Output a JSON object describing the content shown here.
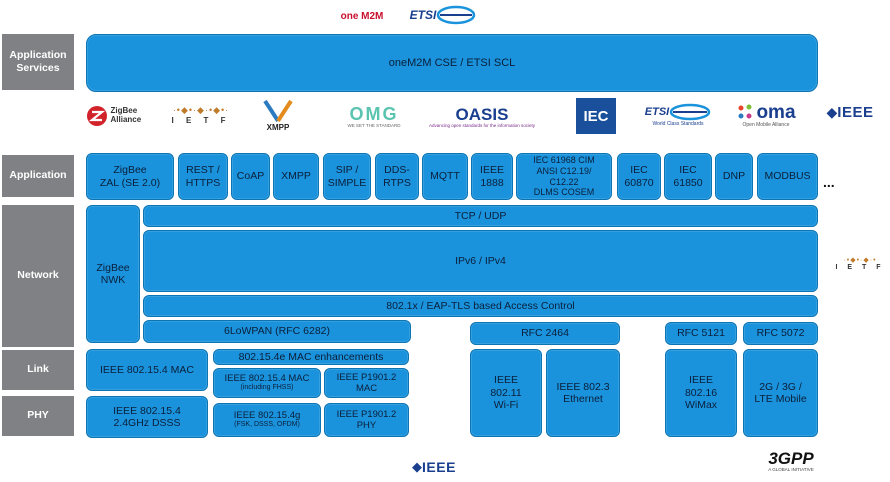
{
  "logos": {
    "onem2m_top": "one M2M",
    "etsi_top": "ETSI",
    "zigbee": "ZigBee Alliance",
    "ietf": "I E T F",
    "xmpp": "XMPP",
    "omg": "OMG",
    "omg_tagline": "WE SET THE STANDARD",
    "oasis": "OASIS",
    "oasis_tagline": "Advancing open standards for the information society",
    "iec": "IEC",
    "etsi_row": "ETSI",
    "etsi_tagline": "World Class Standards",
    "oma": "oma",
    "oma_tagline": "Open Mobile Alliance",
    "ieee_row": "IEEE",
    "ietf_right": "I E T F",
    "ieee_bottom": "IEEE",
    "threegpp": "3GPP",
    "threegpp_tagline": "A GLOBAL INITIATIVE"
  },
  "layers": {
    "app_services": "Application\nServices",
    "application": "Application",
    "network": "Network",
    "link": "Link",
    "phy": "PHY"
  },
  "blocks": {
    "onem2m": "oneM2M CSE / ETSI SCL",
    "zigbee_zal": "ZigBee\nZAL (SE 2.0)",
    "rest": "REST /\nHTTPS",
    "coap": "CoAP",
    "xmpp": "XMPP",
    "sip": "SIP /\nSIMPLE",
    "dds": "DDS-\nRTPS",
    "mqtt": "MQTT",
    "ieee1888": "IEEE\n1888",
    "iec61968": "IEC 61968 CIM\nANSI C12.19/\nC12.22\nDLMS COSEM",
    "iec60870": "IEC\n60870",
    "iec61850": "IEC\n61850",
    "dnp": "DNP",
    "modbus": "MODBUS",
    "ellipsis": "...",
    "zigbee_nwk": "ZigBee\nNWK",
    "tcp_udp": "TCP / UDP",
    "ipv6": "IPv6 / IPv4",
    "access_control": "802.1x / EAP-TLS based Access Control",
    "sixlowpan": "6LoWPAN (RFC 6282)",
    "rfc2464": "RFC 2464",
    "rfc5121": "RFC 5121",
    "rfc5072": "RFC 5072",
    "mac154": "IEEE 802.15.4 MAC",
    "mac154e": "802.15.4e MAC enhancements",
    "mac154_fhss": "IEEE 802.15.4 MAC",
    "mac154_fhss_sub": "(including FHSS)",
    "p1901_mac": "IEEE P1901.2\nMAC",
    "phy154": "IEEE 802.15.4\n2.4GHz DSSS",
    "phy154g": "IEEE 802.15.4g",
    "phy154g_sub": "(FSK, DSSS, OFDM)",
    "p1901_phy": "IEEE P1901.2\nPHY",
    "wifi": "IEEE\n802.11\nWi-Fi",
    "ethernet": "IEEE 802.3\nEthernet",
    "wimax": "IEEE\n802.16\nWiMax",
    "mobile": "2G / 3G /\nLTE Mobile"
  },
  "colors": {
    "block": "#1a93dc",
    "label": "#7f8184"
  }
}
